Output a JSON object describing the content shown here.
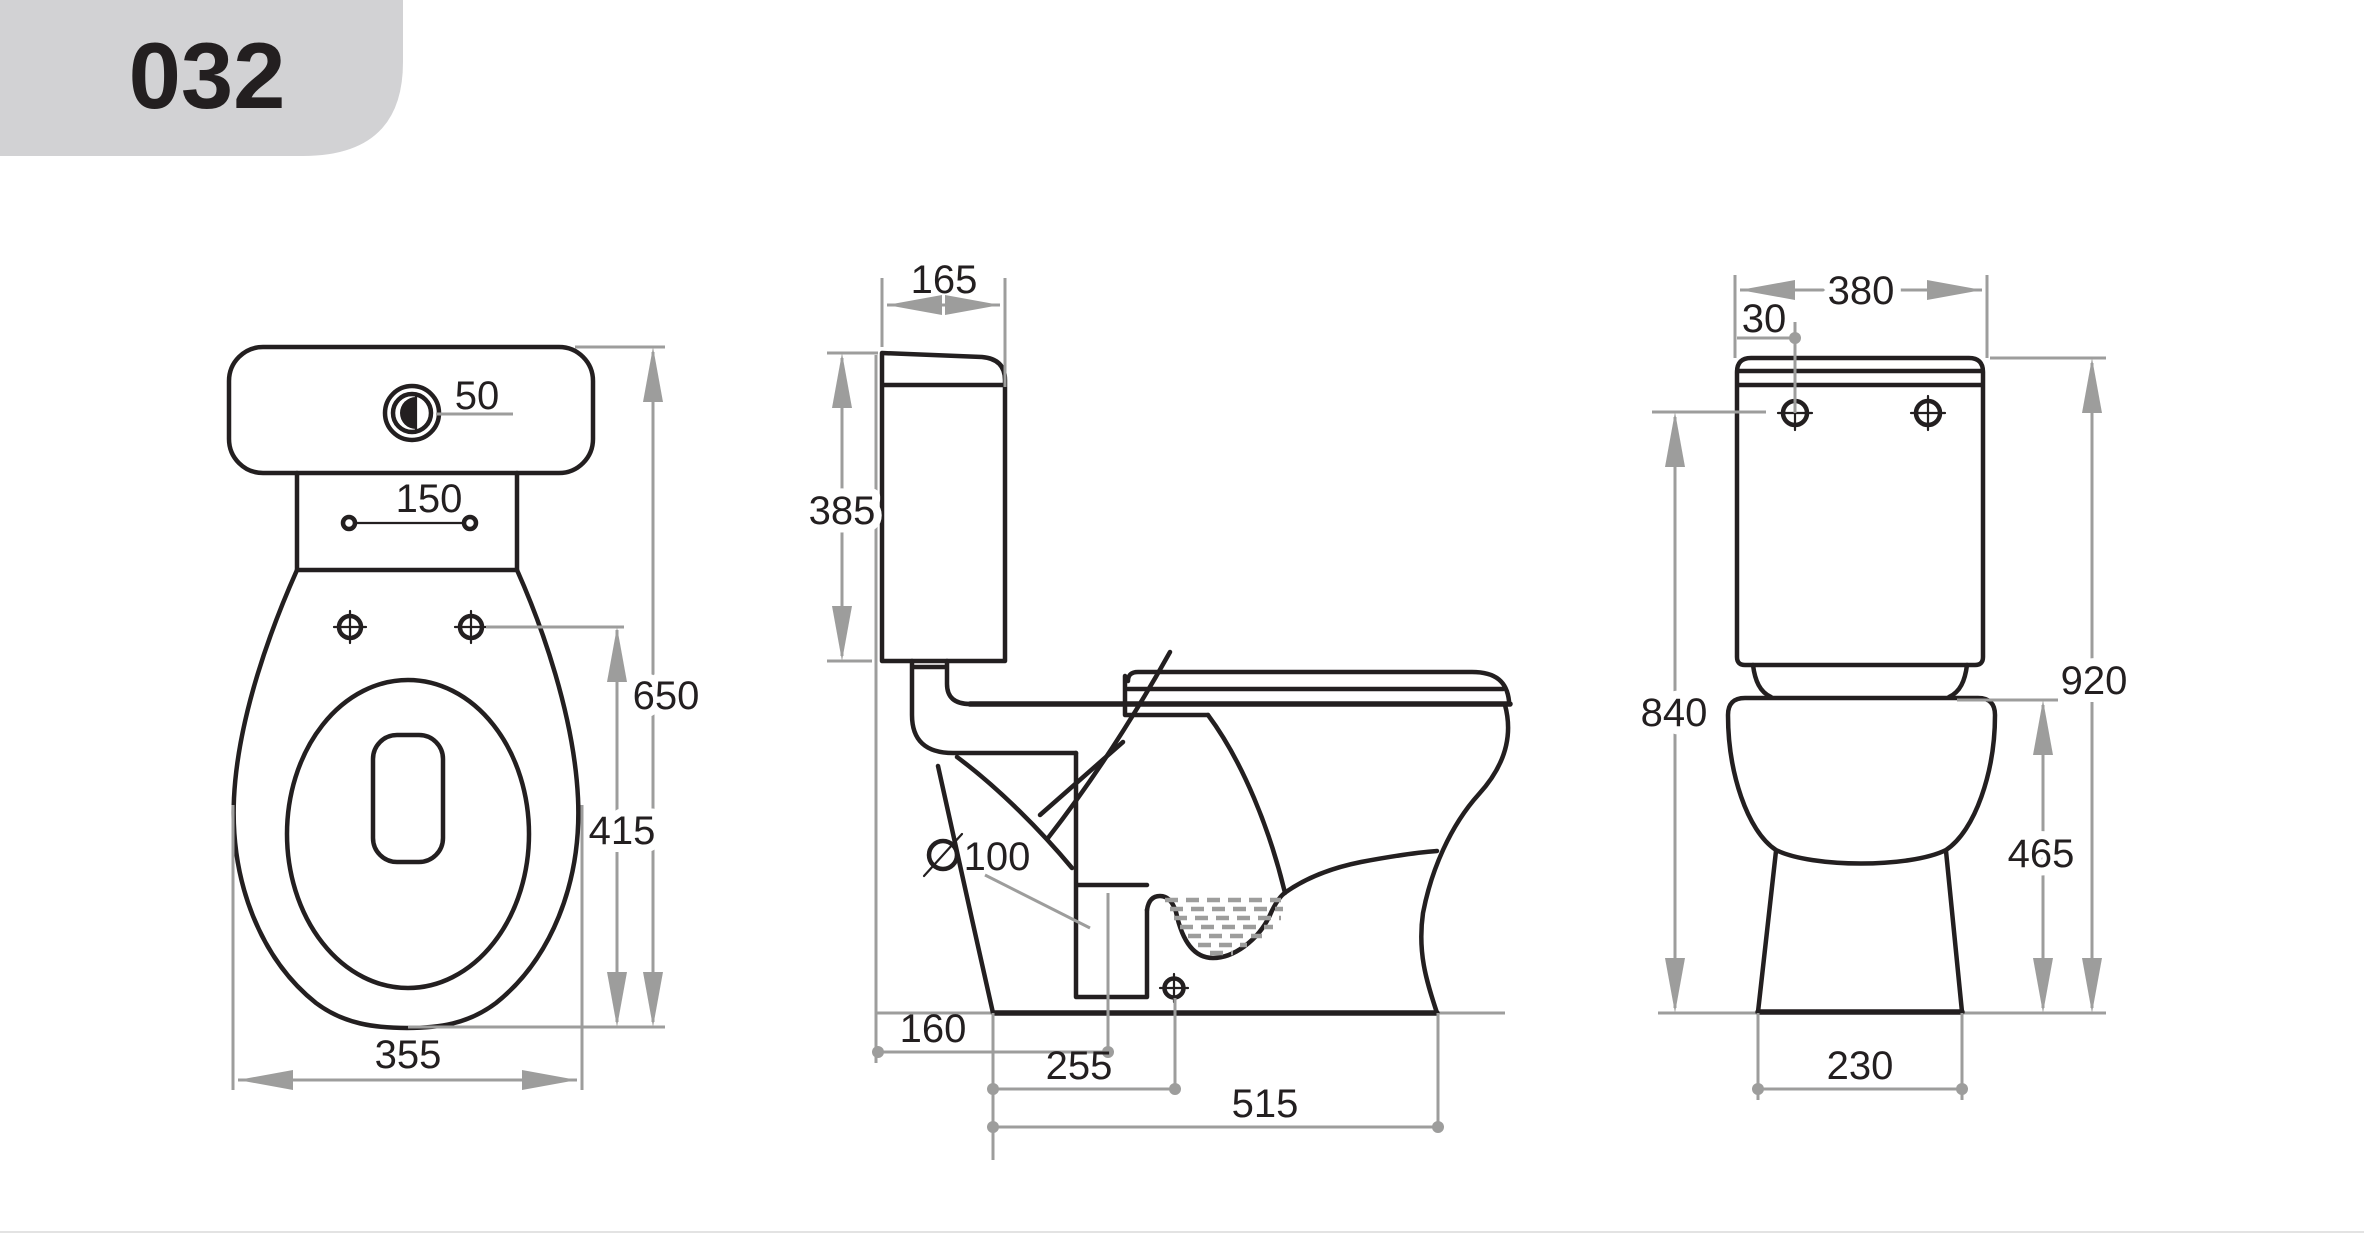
{
  "product": {
    "code": "032"
  },
  "units": "mm",
  "views": {
    "top": {
      "title": "top-view",
      "dims": {
        "button_offset": "50",
        "hinge_hole_spacing": "150",
        "total_depth": "650",
        "bowl_depth": "415",
        "bowl_width": "355"
      }
    },
    "side": {
      "title": "side-view",
      "dims": {
        "tank_top_depth": "165",
        "tank_height": "385",
        "outlet_diameter": "100",
        "wall_to_outlet": "160",
        "base_to_bolt": "255",
        "base_depth": "515"
      }
    },
    "front": {
      "title": "front-view",
      "dims": {
        "tank_width": "380",
        "bolt_inset": "30",
        "bolt_height": "840",
        "total_height": "920",
        "rim_height": "465",
        "base_width": "230"
      }
    }
  },
  "colors": {
    "outline_black": "#231f20",
    "dimension_gray": "#9d9d9c",
    "banner_gray": "#d2d2d4",
    "background": "#ffffff"
  }
}
